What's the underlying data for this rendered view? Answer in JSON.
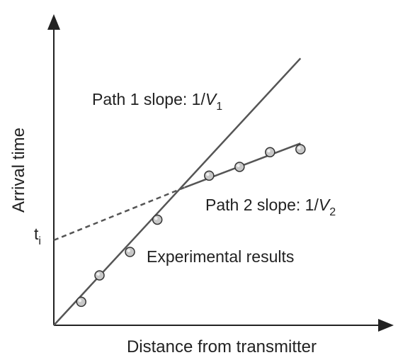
{
  "chart_data": {
    "type": "scatter",
    "title": "",
    "xlabel": "Distance from transmitter",
    "ylabel": "Arrival time",
    "xlim": [
      0,
      10
    ],
    "ylim": [
      0,
      10
    ],
    "grid": false,
    "axis_ticks": [
      {
        "axis": "y",
        "value": 2.9,
        "label": "t",
        "subscript": "i"
      }
    ],
    "series": [
      {
        "kind": "line",
        "style": "solid",
        "values_x": [
          0,
          8.1
        ],
        "values_y": [
          0,
          9.1
        ]
      },
      {
        "kind": "line",
        "style": "dashed",
        "values_x": [
          0,
          4.3
        ],
        "values_y": [
          2.9,
          4.7
        ]
      },
      {
        "kind": "line",
        "style": "solid",
        "values_x": [
          4.3,
          8.1
        ],
        "values_y": [
          4.7,
          6.2
        ]
      },
      {
        "kind": "scatter",
        "values_x": [
          0.9,
          1.5,
          2.5,
          3.4,
          5.1,
          6.1,
          7.1,
          8.1
        ],
        "values_y": [
          0.8,
          1.7,
          2.5,
          3.6,
          5.1,
          5.4,
          5.9,
          6.0
        ]
      }
    ],
    "annotations": [
      {
        "name": "path-1-annotation",
        "text": "Path 1 slope: 1/",
        "var": "V",
        "sub": "1"
      },
      {
        "name": "path-2-annotation",
        "text": "Path 2 slope: 1/",
        "var": "V",
        "sub": "2"
      },
      {
        "name": "experimental-results-annotation",
        "text": "Experimental results"
      }
    ],
    "colors": {
      "line": "#555555",
      "marker_fill": "#c8c8c8",
      "marker_stroke": "#333333",
      "axis": "#222222"
    }
  }
}
